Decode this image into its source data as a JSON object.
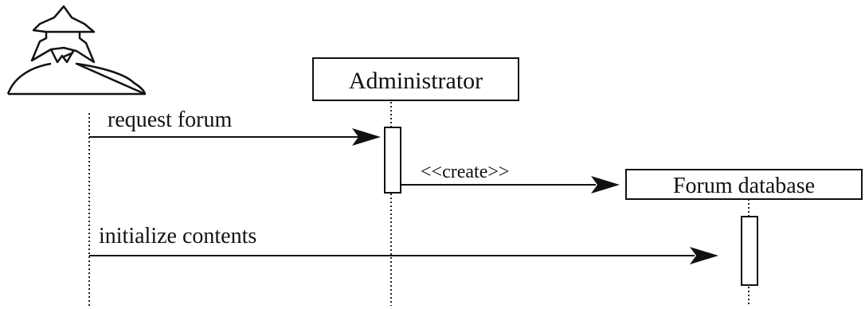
{
  "participants": {
    "admin": "Administrator",
    "db": "Forum database"
  },
  "messages": {
    "request": "request forum",
    "create": "<<create>>",
    "init": "initialize contents"
  },
  "icons": {
    "actor": "spy-actor-icon"
  },
  "colors": {
    "stroke": "#111111",
    "background": "#ffffff"
  }
}
